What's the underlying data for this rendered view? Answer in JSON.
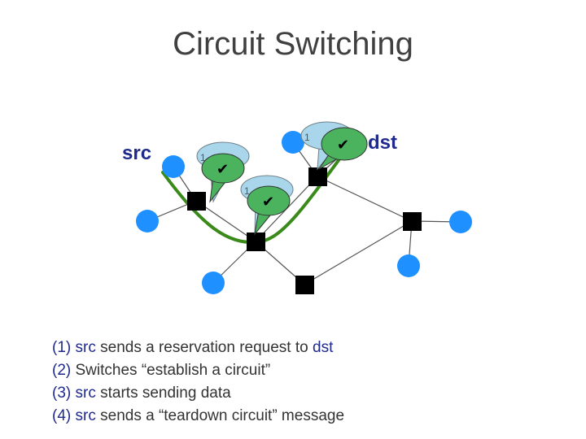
{
  "title": "Circuit Switching",
  "labels": {
    "src": "src",
    "dst": "dst"
  },
  "bubbles": [
    {
      "id": "bubble-1",
      "text": "1",
      "mark": "✔"
    },
    {
      "id": "bubble-2",
      "text": "1",
      "mark": "✔"
    },
    {
      "id": "bubble-3",
      "text": "1",
      "mark": "✔"
    }
  ],
  "steps": [
    {
      "num": "(1)",
      "parts": [
        {
          "t": " ",
          "kw": false
        },
        {
          "t": "src",
          "kw": true
        },
        {
          "t": " sends a reservation request to ",
          "kw": false
        },
        {
          "t": "dst",
          "kw": true
        }
      ]
    },
    {
      "num": "(2)",
      "parts": [
        {
          "t": " Switches “establish a circuit”",
          "kw": false
        }
      ]
    },
    {
      "num": "(3)",
      "parts": [
        {
          "t": " ",
          "kw": false
        },
        {
          "t": "src",
          "kw": true
        },
        {
          "t": " starts sending data",
          "kw": false
        }
      ]
    },
    {
      "num": "(4)",
      "parts": [
        {
          "t": " ",
          "kw": false
        },
        {
          "t": "src",
          "kw": true
        },
        {
          "t": " sends a “teardown circuit” message",
          "kw": false
        }
      ]
    }
  ],
  "colors": {
    "host": "#1e90ff",
    "switch": "#000000",
    "link": "#555555",
    "circuit": "#3a8a1a",
    "bubble_fill": "#a9d6ea",
    "bubble_stroke": "#6e7f88",
    "check_bubble_fill": "#4bb35e",
    "keyword": "#1f2a8c"
  }
}
